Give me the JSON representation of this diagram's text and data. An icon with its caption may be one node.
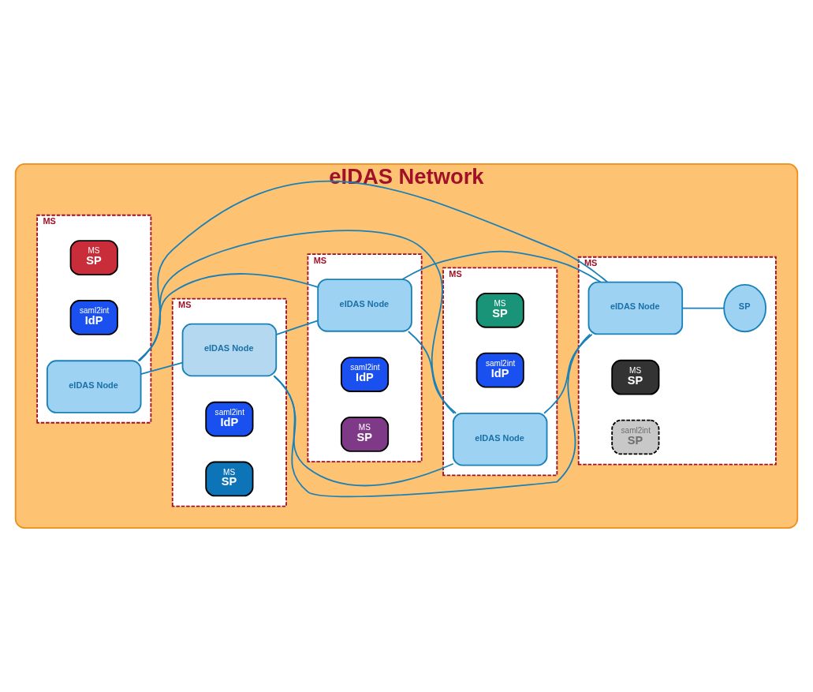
{
  "diagram": {
    "nodes": [
      {
        "text": [
          "eIDAS Network"
        ]
      },
      {
        "text": [
          "MS"
        ],
        "in": 0
      },
      {
        "text": [
          "saml2int",
          "IdP"
        ],
        "in": 1
      },
      {
        "text": [
          "MS",
          "SP"
        ],
        "in": 1
      },
      {
        "text": [
          "eIDAS Node"
        ],
        "in": 1
      },
      {
        "text": [
          "MS"
        ],
        "in": 0
      },
      {
        "text": [
          "eIDAS Node"
        ],
        "in": 5
      },
      {
        "text": [
          "MS",
          "SP"
        ],
        "in": 5
      },
      {
        "text": [
          "saml2int",
          "IdP"
        ],
        "in": 5
      },
      {
        "text": [
          "MS"
        ],
        "in": 0
      },
      {
        "text": [
          "eIDAS Node"
        ],
        "in": 9
      },
      {
        "text": [
          "MS",
          "SP"
        ],
        "in": 9
      },
      {
        "text": [
          "saml2int",
          "IdP"
        ],
        "in": 9
      },
      {
        "text": [
          "MS"
        ],
        "in": 0
      },
      {
        "text": [
          "saml2int",
          "IdP"
        ],
        "in": 13
      },
      {
        "text": [
          "MS",
          "SP"
        ],
        "in": 13
      },
      {
        "text": [
          "eIDAS Node"
        ],
        "in": 13
      },
      {
        "text": [
          "MS"
        ],
        "in": 0
      },
      {
        "text": [
          "eIDAS Node"
        ],
        "in": 17
      },
      {
        "text": [
          "saml2int",
          "SP"
        ],
        "in": 17
      },
      {
        "text": [
          "MS",
          "SP"
        ],
        "in": 17
      },
      {
        "text": [
          "SP"
        ],
        "in": 17
      }
    ],
    "edges": [
      {
        "from": 4,
        "to": 6,
        "arrow": "none"
      },
      {
        "from": 4,
        "to": 10,
        "arrow": "none"
      },
      {
        "from": 4,
        "to": 16,
        "arrow": "none"
      },
      {
        "from": 4,
        "to": 18,
        "arrow": "none"
      },
      {
        "from": 6,
        "to": 10,
        "arrow": "none"
      },
      {
        "from": 6,
        "to": 16,
        "arrow": "none"
      },
      {
        "from": 6,
        "to": 18,
        "arrow": "none"
      },
      {
        "from": 10,
        "to": 16,
        "arrow": "none"
      },
      {
        "from": 10,
        "to": 18,
        "arrow": "none"
      },
      {
        "from": 16,
        "to": 18,
        "arrow": "none"
      },
      {
        "from": 18,
        "to": 21,
        "arrow": "none"
      }
    ]
  }
}
